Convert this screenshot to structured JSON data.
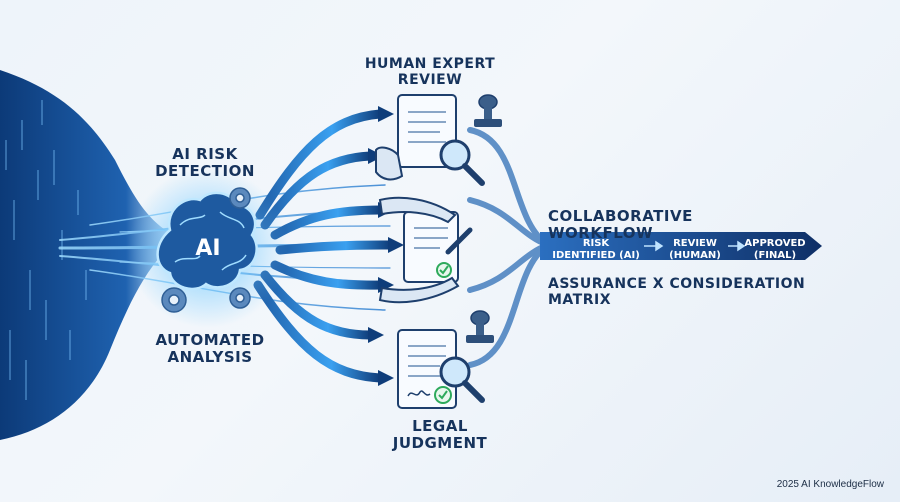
{
  "labels": {
    "ai_risk": [
      "AI RISK",
      "DETECTION"
    ],
    "automated": [
      "AUTOMATED",
      "ANALYSIS"
    ],
    "human_review": [
      "HUMAN EXPERT",
      "REVIEW"
    ],
    "legal": [
      "LEGAL",
      "JUDGMENT"
    ],
    "collaborative": "COLLABORATIVE WORKFLOW",
    "matrix": "ASSURANCE X CONSIDERATION MATRIX",
    "brain_badge": "AI"
  },
  "workflow_steps": [
    {
      "line1": "RISK",
      "line2": "IDENTIFIED (AI)"
    },
    {
      "line1": "REVIEW",
      "line2": "(HUMAN)"
    },
    {
      "line1": "APPROVED",
      "line2": "(FINAL)"
    }
  ],
  "credit": "2025 AI KnowledgeFlow",
  "colors": {
    "navy": "#16335c",
    "blue_bright": "#3aa0f0",
    "blue_mid": "#2f6fb6",
    "glow": "#6ec8ff",
    "check_green": "#2eaa5c"
  },
  "icons": [
    "brain-icon",
    "gear-icon",
    "document-icon",
    "magnifier-icon",
    "stamp-icon",
    "hand-icon",
    "pen-icon",
    "check-icon",
    "arrow-icon"
  ]
}
